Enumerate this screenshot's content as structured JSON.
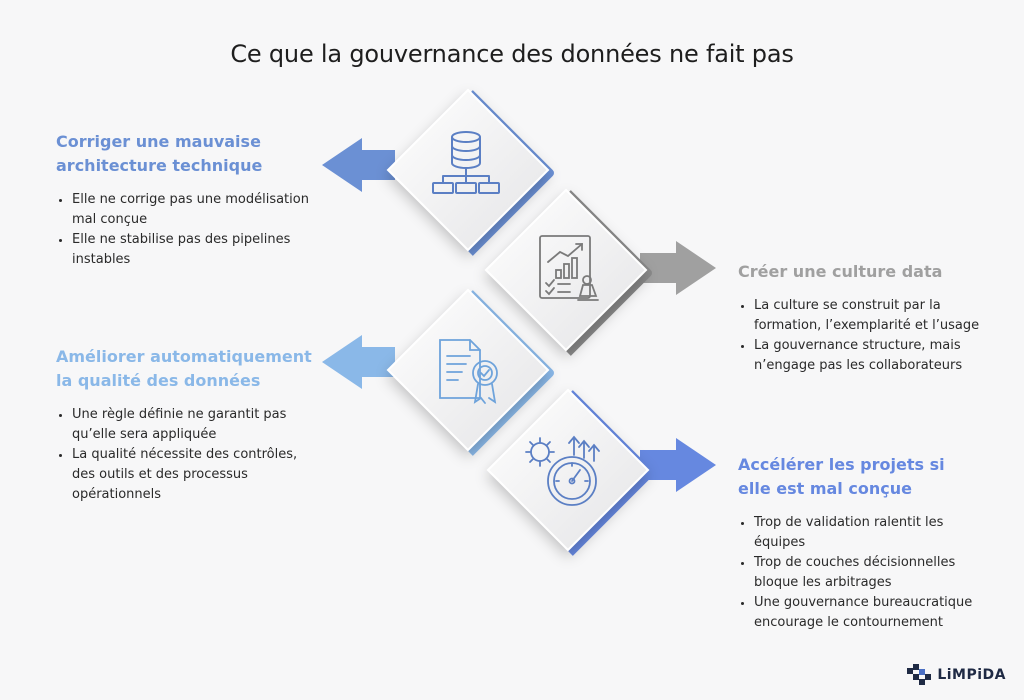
{
  "title": "Ce que la gouvernance des données ne fait pas",
  "colors": {
    "blue_dark": "#6b90d4",
    "blue_light": "#8ab8e8",
    "gray": "#a0a0a0",
    "blue_bright": "#6688e0"
  },
  "items": [
    {
      "heading_lines": [
        "Corriger une mauvaise",
        "architecture technique"
      ],
      "color": "#6b90d4",
      "icon": "database-architecture-icon",
      "bullets": [
        "Elle ne corrige pas une modélisation mal conçue",
        "Elle ne stabilise pas des pipelines instables"
      ]
    },
    {
      "heading_lines": [
        "Créer une culture data"
      ],
      "color": "#a0a0a0",
      "icon": "strategy-chart-icon",
      "bullets": [
        "La culture se construit par la formation, l’exemplarité et l’usage",
        "La gouvernance structure, mais n’engage pas les collaborateurs"
      ]
    },
    {
      "heading_lines": [
        "Améliorer automatiquement",
        "la qualité des données"
      ],
      "color": "#8ab8e8",
      "icon": "certified-document-icon",
      "bullets": [
        "Une règle définie ne garantit pas qu’elle sera appliquée",
        "La qualité nécessite des contrôles, des outils et des processus opérationnels"
      ]
    },
    {
      "heading_lines": [
        "Accélérer les projets si",
        "elle est mal conçue"
      ],
      "color": "#6688e0",
      "icon": "performance-gauge-icon",
      "bullets": [
        "Trop de validation ralentit les équipes",
        "Trop de couches décisionnelles bloque les arbitrages",
        "Une gouvernance bureaucratique encourage le contournement"
      ]
    }
  ],
  "logo": {
    "text": "LiMPiDA"
  }
}
